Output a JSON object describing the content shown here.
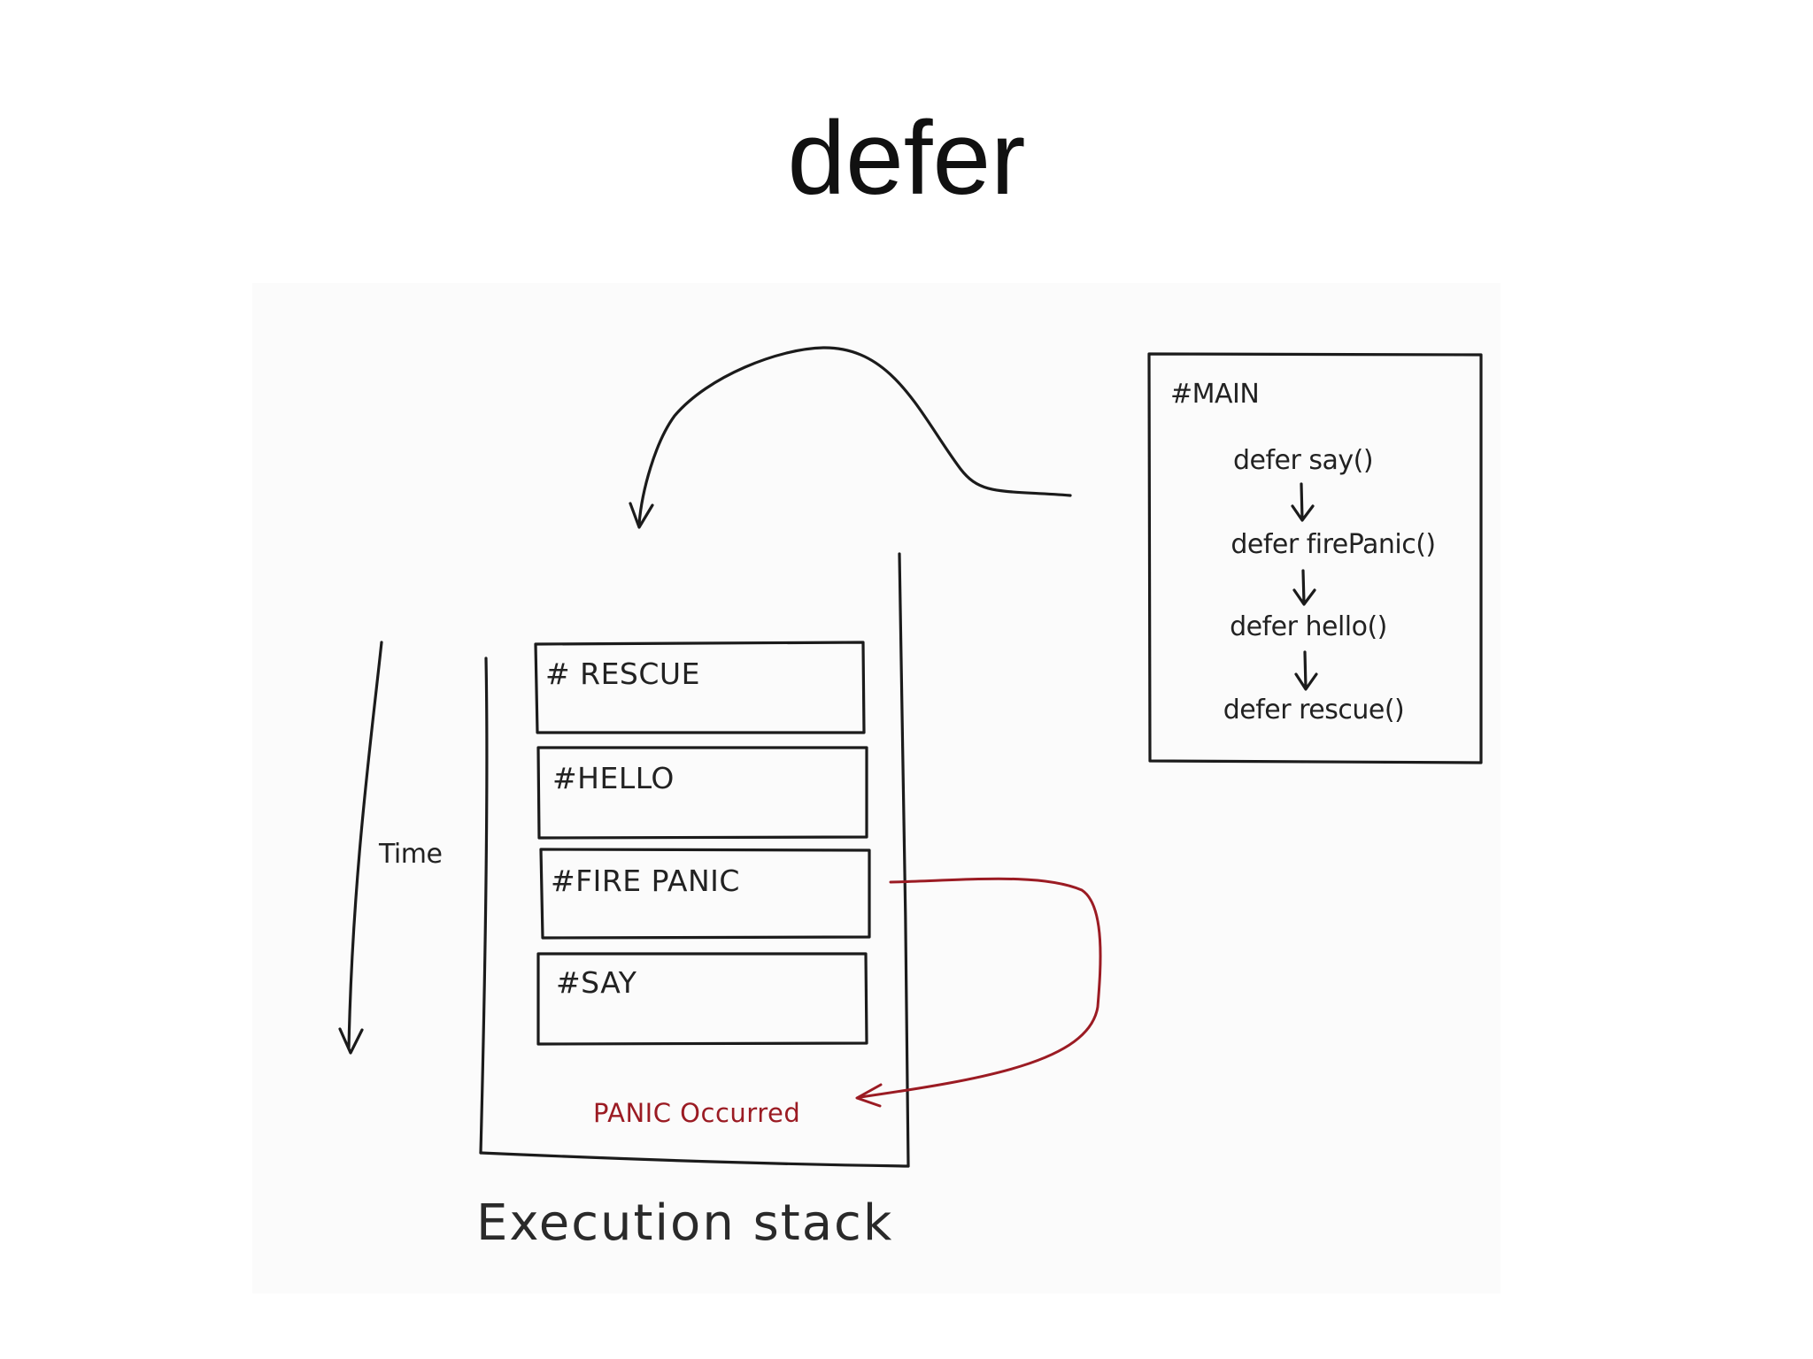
{
  "title": "defer",
  "main_box": {
    "heading": "#MAIN",
    "calls": [
      "defer say()",
      "defer firePanic()",
      "defer hello()",
      "defer rescue()"
    ]
  },
  "stack": {
    "frames": [
      "# RESCUE",
      "#HELLO",
      "#FIRE PANIC",
      "#SAY"
    ],
    "panic_label": "PANIC Occurred",
    "caption": "Execution stack"
  },
  "time_label": "Time",
  "colors": {
    "ink": "#1b1b1b",
    "panic": "#9b1b23",
    "background": "#ffffff"
  }
}
